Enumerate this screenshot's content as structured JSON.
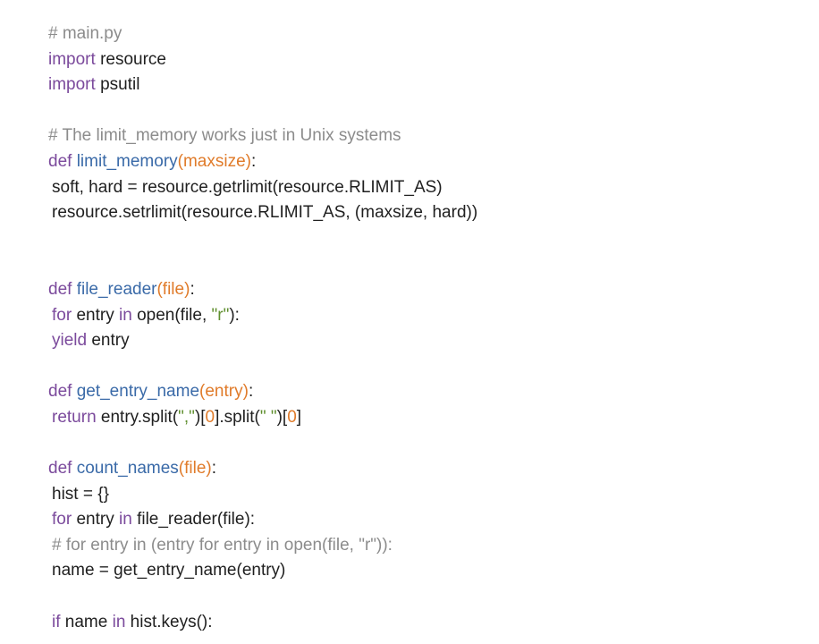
{
  "colors": {
    "comment": "#8c8c8c",
    "keyword": "#7b4a9c",
    "function": "#3a6aa8",
    "param": "#e07b2a",
    "string": "#5f8f2e",
    "number": "#e07b2a",
    "plain": "#1f1f1f"
  },
  "code": {
    "lines": [
      {
        "indent": false,
        "tokens": [
          {
            "t": "comment",
            "v": "# main.py"
          }
        ]
      },
      {
        "indent": false,
        "tokens": [
          {
            "t": "keyword",
            "v": "import"
          },
          {
            "t": "plain",
            "v": " resource"
          }
        ]
      },
      {
        "indent": false,
        "tokens": [
          {
            "t": "keyword",
            "v": "import"
          },
          {
            "t": "plain",
            "v": " psutil"
          }
        ]
      },
      {
        "indent": false,
        "tokens": []
      },
      {
        "indent": false,
        "tokens": [
          {
            "t": "comment",
            "v": "# The limit_memory works just in Unix systems"
          }
        ]
      },
      {
        "indent": false,
        "tokens": [
          {
            "t": "keyword",
            "v": "def"
          },
          {
            "t": "plain",
            "v": " "
          },
          {
            "t": "func",
            "v": "limit_memory"
          },
          {
            "t": "param",
            "v": "(maxsize)"
          },
          {
            "t": "plain",
            "v": ":"
          }
        ]
      },
      {
        "indent": true,
        "tokens": [
          {
            "t": "plain",
            "v": "soft, hard = resource.getrlimit(resource.RLIMIT_AS)"
          }
        ]
      },
      {
        "indent": true,
        "tokens": [
          {
            "t": "plain",
            "v": "resource.setrlimit(resource.RLIMIT_AS, (maxsize, hard))"
          }
        ]
      },
      {
        "indent": false,
        "tokens": []
      },
      {
        "indent": false,
        "tokens": []
      },
      {
        "indent": false,
        "tokens": [
          {
            "t": "keyword",
            "v": "def"
          },
          {
            "t": "plain",
            "v": " "
          },
          {
            "t": "func",
            "v": "file_reader"
          },
          {
            "t": "param",
            "v": "(file)"
          },
          {
            "t": "plain",
            "v": ":"
          }
        ]
      },
      {
        "indent": true,
        "tokens": [
          {
            "t": "keyword",
            "v": "for"
          },
          {
            "t": "plain",
            "v": " entry "
          },
          {
            "t": "keyword",
            "v": "in"
          },
          {
            "t": "plain",
            "v": " open(file, "
          },
          {
            "t": "string",
            "v": "\"r\""
          },
          {
            "t": "plain",
            "v": "):"
          }
        ]
      },
      {
        "indent": true,
        "tokens": [
          {
            "t": "keyword",
            "v": "yield"
          },
          {
            "t": "plain",
            "v": " entry"
          }
        ]
      },
      {
        "indent": false,
        "tokens": []
      },
      {
        "indent": false,
        "tokens": [
          {
            "t": "keyword",
            "v": "def"
          },
          {
            "t": "plain",
            "v": " "
          },
          {
            "t": "func",
            "v": "get_entry_name"
          },
          {
            "t": "param",
            "v": "(entry)"
          },
          {
            "t": "plain",
            "v": ":"
          }
        ]
      },
      {
        "indent": true,
        "tokens": [
          {
            "t": "keyword",
            "v": "return"
          },
          {
            "t": "plain",
            "v": " entry.split("
          },
          {
            "t": "string",
            "v": "\",\""
          },
          {
            "t": "plain",
            "v": ")["
          },
          {
            "t": "number",
            "v": "0"
          },
          {
            "t": "plain",
            "v": "].split("
          },
          {
            "t": "string",
            "v": "\" \""
          },
          {
            "t": "plain",
            "v": ")["
          },
          {
            "t": "number",
            "v": "0"
          },
          {
            "t": "plain",
            "v": "]"
          }
        ]
      },
      {
        "indent": false,
        "tokens": []
      },
      {
        "indent": false,
        "tokens": [
          {
            "t": "keyword",
            "v": "def"
          },
          {
            "t": "plain",
            "v": " "
          },
          {
            "t": "func",
            "v": "count_names"
          },
          {
            "t": "param",
            "v": "(file)"
          },
          {
            "t": "plain",
            "v": ":"
          }
        ]
      },
      {
        "indent": true,
        "tokens": [
          {
            "t": "plain",
            "v": "hist = {}"
          }
        ]
      },
      {
        "indent": true,
        "tokens": [
          {
            "t": "keyword",
            "v": "for"
          },
          {
            "t": "plain",
            "v": " entry "
          },
          {
            "t": "keyword",
            "v": "in"
          },
          {
            "t": "plain",
            "v": " file_reader(file):"
          }
        ]
      },
      {
        "indent": true,
        "tokens": [
          {
            "t": "comment",
            "v": "# for entry in (entry for entry in open(file, \"r\")):"
          }
        ]
      },
      {
        "indent": true,
        "tokens": [
          {
            "t": "plain",
            "v": "name = get_entry_name(entry)"
          }
        ]
      },
      {
        "indent": false,
        "tokens": []
      },
      {
        "indent": true,
        "tokens": [
          {
            "t": "keyword",
            "v": "if"
          },
          {
            "t": "plain",
            "v": " name "
          },
          {
            "t": "keyword",
            "v": "in"
          },
          {
            "t": "plain",
            "v": " hist.keys():"
          }
        ]
      }
    ]
  }
}
